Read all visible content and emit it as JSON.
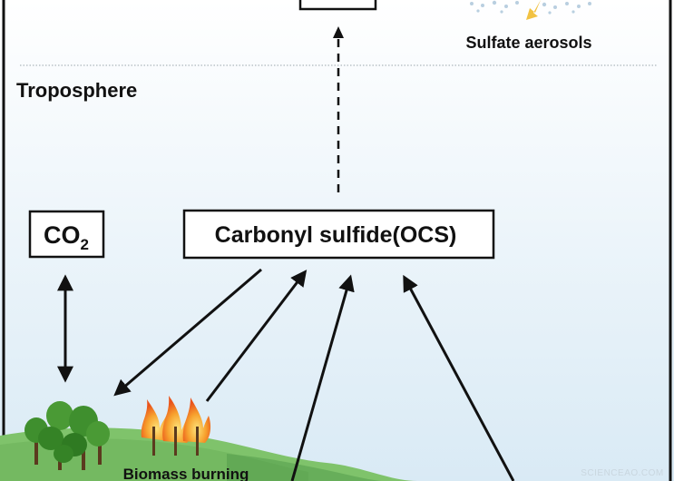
{
  "labels": {
    "sulfate_aerosols": "Sulfate aerosols",
    "troposphere": "Troposphere",
    "co2_main": "CO",
    "co2_sub": "2",
    "ocs": "Carbonyl sulfide(OCS)",
    "biomass_burning": "Biomass burning"
  },
  "watermark": "SCIENCEAO.COM",
  "colors": {
    "sky_top": "#ffffff",
    "sky_bottom": "#dcecf6",
    "hill": "#7fc36b",
    "hill_dark": "#4f9a4a",
    "tree": "#3f8f2e",
    "fire_outer": "#f0771e",
    "fire_inner": "#fbd24a",
    "arrow": "#111111",
    "aerosol_arrow": "#f2c242"
  }
}
